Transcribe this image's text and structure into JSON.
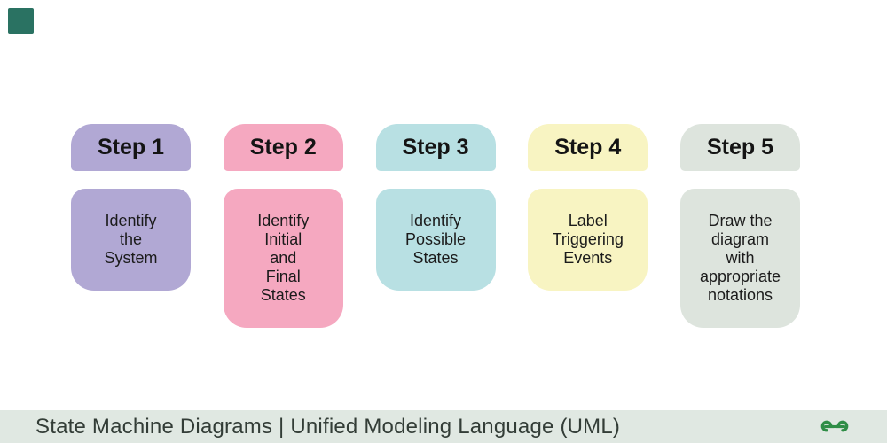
{
  "brand": {
    "corner_square_color": "#2a7262",
    "logo_name": "geeksforgeeks-logo",
    "logo_green": "#2f8d46"
  },
  "steps": [
    {
      "label": "Step 1",
      "text": "Identify\nthe\nSystem",
      "color": "#b1a8d4"
    },
    {
      "label": "Step 2",
      "text": "Identify\nInitial\nand\nFinal\nStates",
      "color": "#f5a8c0"
    },
    {
      "label": "Step 3",
      "text": "Identify\nPossible\nStates",
      "color": "#b8e0e3"
    },
    {
      "label": "Step 4",
      "text": "Label\nTriggering\nEvents",
      "color": "#f8f4c2"
    },
    {
      "label": "Step 5",
      "text": "Draw the\ndiagram\nwith\nappropriate\nnotations",
      "color": "#dde4dd"
    }
  ],
  "footer": {
    "title": "State Machine Diagrams | Unified Modeling Language (UML)",
    "background": "#e0e8e2",
    "text_color": "#333d37"
  }
}
